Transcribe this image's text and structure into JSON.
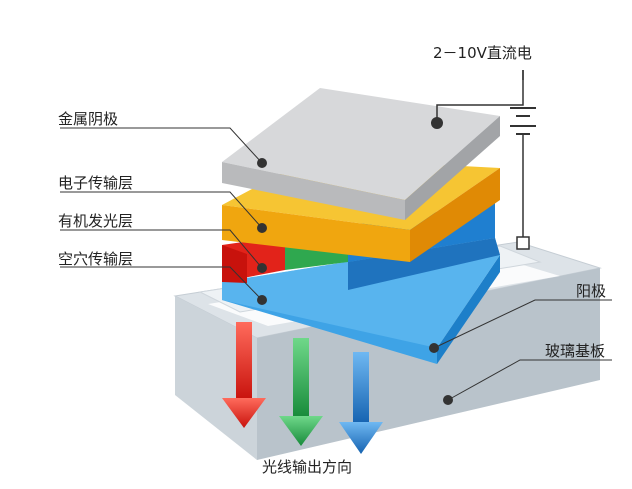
{
  "labels": {
    "power": "2－10V直流电",
    "cathode": "金属阴极",
    "etl": "电子传输层",
    "eml": "有机发光层",
    "htl": "空穴传输层",
    "anode": "阳极",
    "glass": "玻璃基板",
    "light_direction": "光线输出方向"
  },
  "colors": {
    "cathode": "#cfd0d2",
    "etl": "#f7b81c",
    "eml_red": "#e2231a",
    "eml_green": "#2fa84f",
    "eml_blue": "#1f7fd0",
    "htl": "#5fb6ee",
    "glass": "#d6dde3",
    "arrow_red": "#e2231a",
    "arrow_green": "#2fa84f",
    "arrow_blue": "#1f7fd0",
    "leader": "#333333"
  }
}
